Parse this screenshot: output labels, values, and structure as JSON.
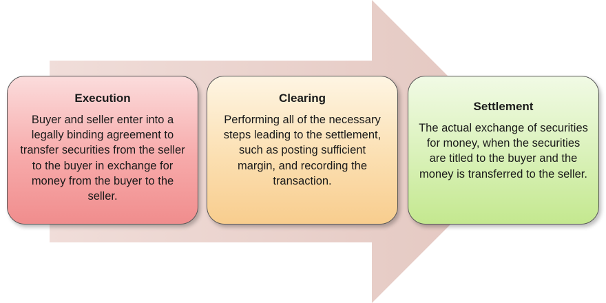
{
  "colors": {
    "arrow": "#e8cfc9",
    "execution_fill": "#f7aaaa",
    "clearing_fill": "#fbdfb1",
    "settlement_fill": "#d9f1b8",
    "border": "#555555"
  },
  "steps": [
    {
      "title": "Execution",
      "description": "Buyer and seller enter into a legally binding agreement to transfer securities from the seller to the buyer in exchange for money from the buyer to the seller."
    },
    {
      "title": "Clearing",
      "description": "Performing all of the necessary steps leading to the settlement, such as posting sufficient margin, and recording the transaction."
    },
    {
      "title": "Settlement",
      "description": "The actual exchange of securities for money, when the securities are titled to the buyer and the money is transferred to the seller."
    }
  ]
}
